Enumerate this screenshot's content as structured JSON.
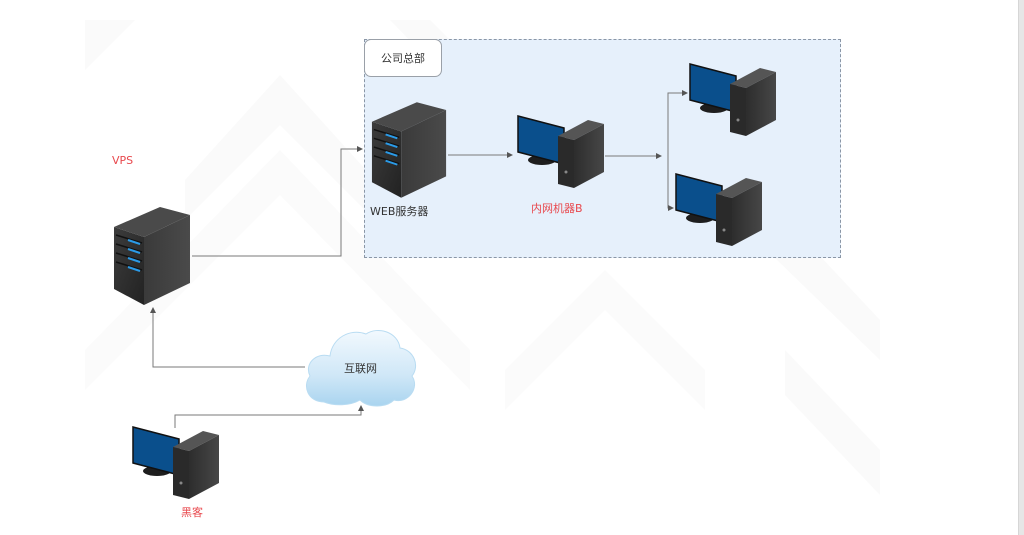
{
  "diagram": {
    "group": {
      "label": "公司总部",
      "fill_color": "#e6f0fb"
    },
    "nodes": {
      "vps": {
        "label": "VPS",
        "type": "server-icon",
        "label_color": "#e8484d"
      },
      "web_server": {
        "label": "WEB服务器",
        "type": "server-icon",
        "label_color": "#333333"
      },
      "internal_b": {
        "label": "内网机器B",
        "type": "desktop-computer-icon",
        "label_color": "#e8484d"
      },
      "pc_top": {
        "label": "",
        "type": "desktop-computer-icon"
      },
      "pc_bottom": {
        "label": "",
        "type": "desktop-computer-icon"
      },
      "internet": {
        "label": "互联网",
        "type": "cloud-icon",
        "label_color": "#333333"
      },
      "hacker": {
        "label": "黑客",
        "type": "desktop-computer-icon",
        "label_color": "#e8484d"
      }
    },
    "edges": [
      {
        "from": "hacker",
        "to": "internet"
      },
      {
        "from": "internet",
        "to": "vps"
      },
      {
        "from": "vps",
        "to": "web_server"
      },
      {
        "from": "web_server",
        "to": "internal_b"
      },
      {
        "from": "internal_b",
        "to": "pc_top"
      },
      {
        "from": "internal_b",
        "to": "pc_bottom"
      }
    ],
    "colors": {
      "monitor_screen": "#0a4f8c",
      "device_body": "#333333",
      "server_led": "#2b9be8",
      "connector": "#7a7a7a"
    }
  }
}
